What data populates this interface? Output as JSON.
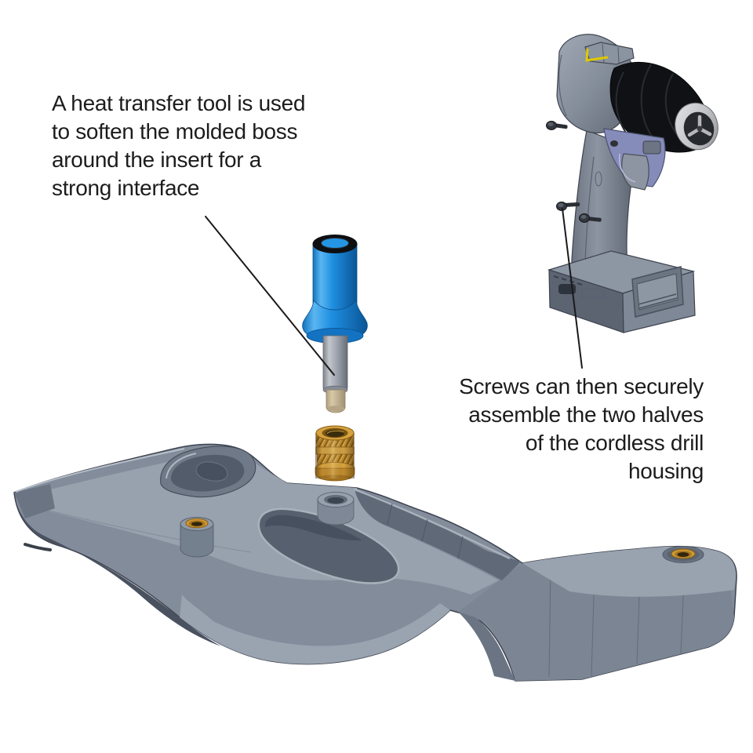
{
  "figure": {
    "background": "#ffffff",
    "annotations": {
      "heat_tool_note": {
        "text": "A heat transfer tool is used to soften the molded boss around the insert for a strong interface",
        "lines": [
          "A heat transfer tool is used",
          "to soften the molded boss",
          "around the insert for a",
          "strong interface"
        ],
        "align": "left"
      },
      "screws_note": {
        "text": "Screws can then securely assemble the two halves of the cordless drill housing",
        "lines": [
          "Screws can then securely",
          "assemble the two halves",
          "of the cordless drill",
          "housing"
        ],
        "align": "right"
      }
    },
    "components": [
      "heat-transfer-tool",
      "brass-threaded-insert",
      "drill-housing-half",
      "cordless-drill",
      "assembly-screws"
    ],
    "colors": {
      "text": "#1c1c1c",
      "leader_line": "#1a1a1a",
      "tool_handle_blue": "#1e8ee0",
      "tool_cap_black": "#0d0f12",
      "tool_shaft_gray": "#9aa0aa",
      "tool_tip_tan": "#c6b695",
      "brass_insert": "#c08b2e",
      "housing_gray": "#828c9b",
      "housing_dark": "#4a5260",
      "drill_gray": "#8d95a2",
      "chuck_black": "#0f1114",
      "chuck_nose_silver": "#c9cbcf",
      "trigger_purple": "#858cba",
      "switch_accent_yellow": "#ddc900"
    }
  }
}
